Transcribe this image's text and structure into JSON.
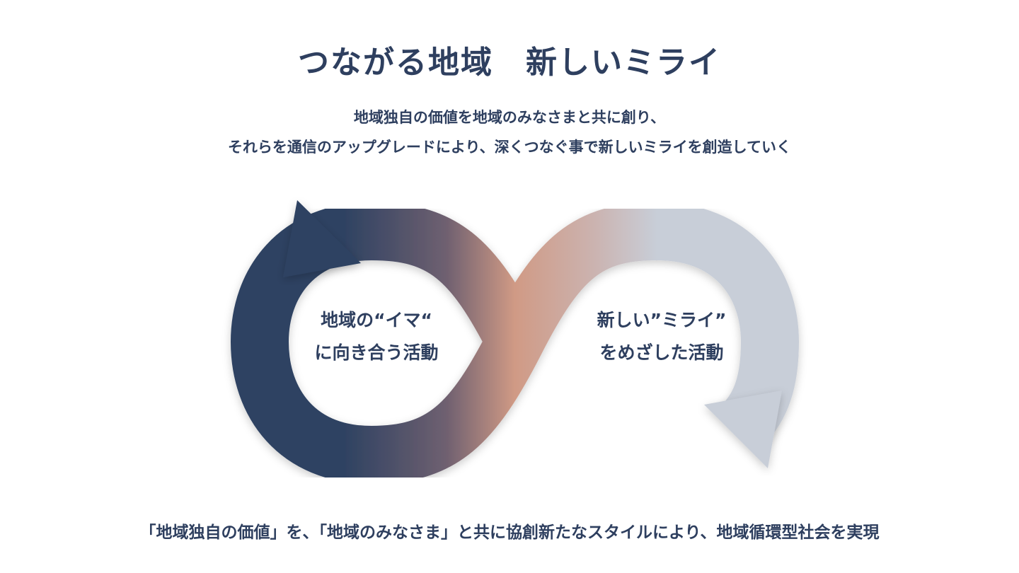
{
  "header": {
    "title": "つながる地域　新しいミライ"
  },
  "subtitle": {
    "line1": "地域独自の価値を地域のみなさまと共に創り、",
    "line2": "それらを通信のアップグレードにより、深くつなぐ事で新しいミライを創造していく"
  },
  "left_loop": {
    "line1": "地域の“イマ“",
    "line2": "に向き合う活動"
  },
  "right_loop": {
    "line1": "新しい”ミライ”",
    "line2": "をめざした活動"
  },
  "footer": {
    "text": "「地域独自の価値」を、「地域のみなさま」と共に協創新たなスタイルにより、地域循環型社会を実現"
  },
  "colors": {
    "navy": "#2e4262",
    "copper": "#d09a85",
    "silver": "#c8ced8",
    "text": "#2e3f5f"
  }
}
